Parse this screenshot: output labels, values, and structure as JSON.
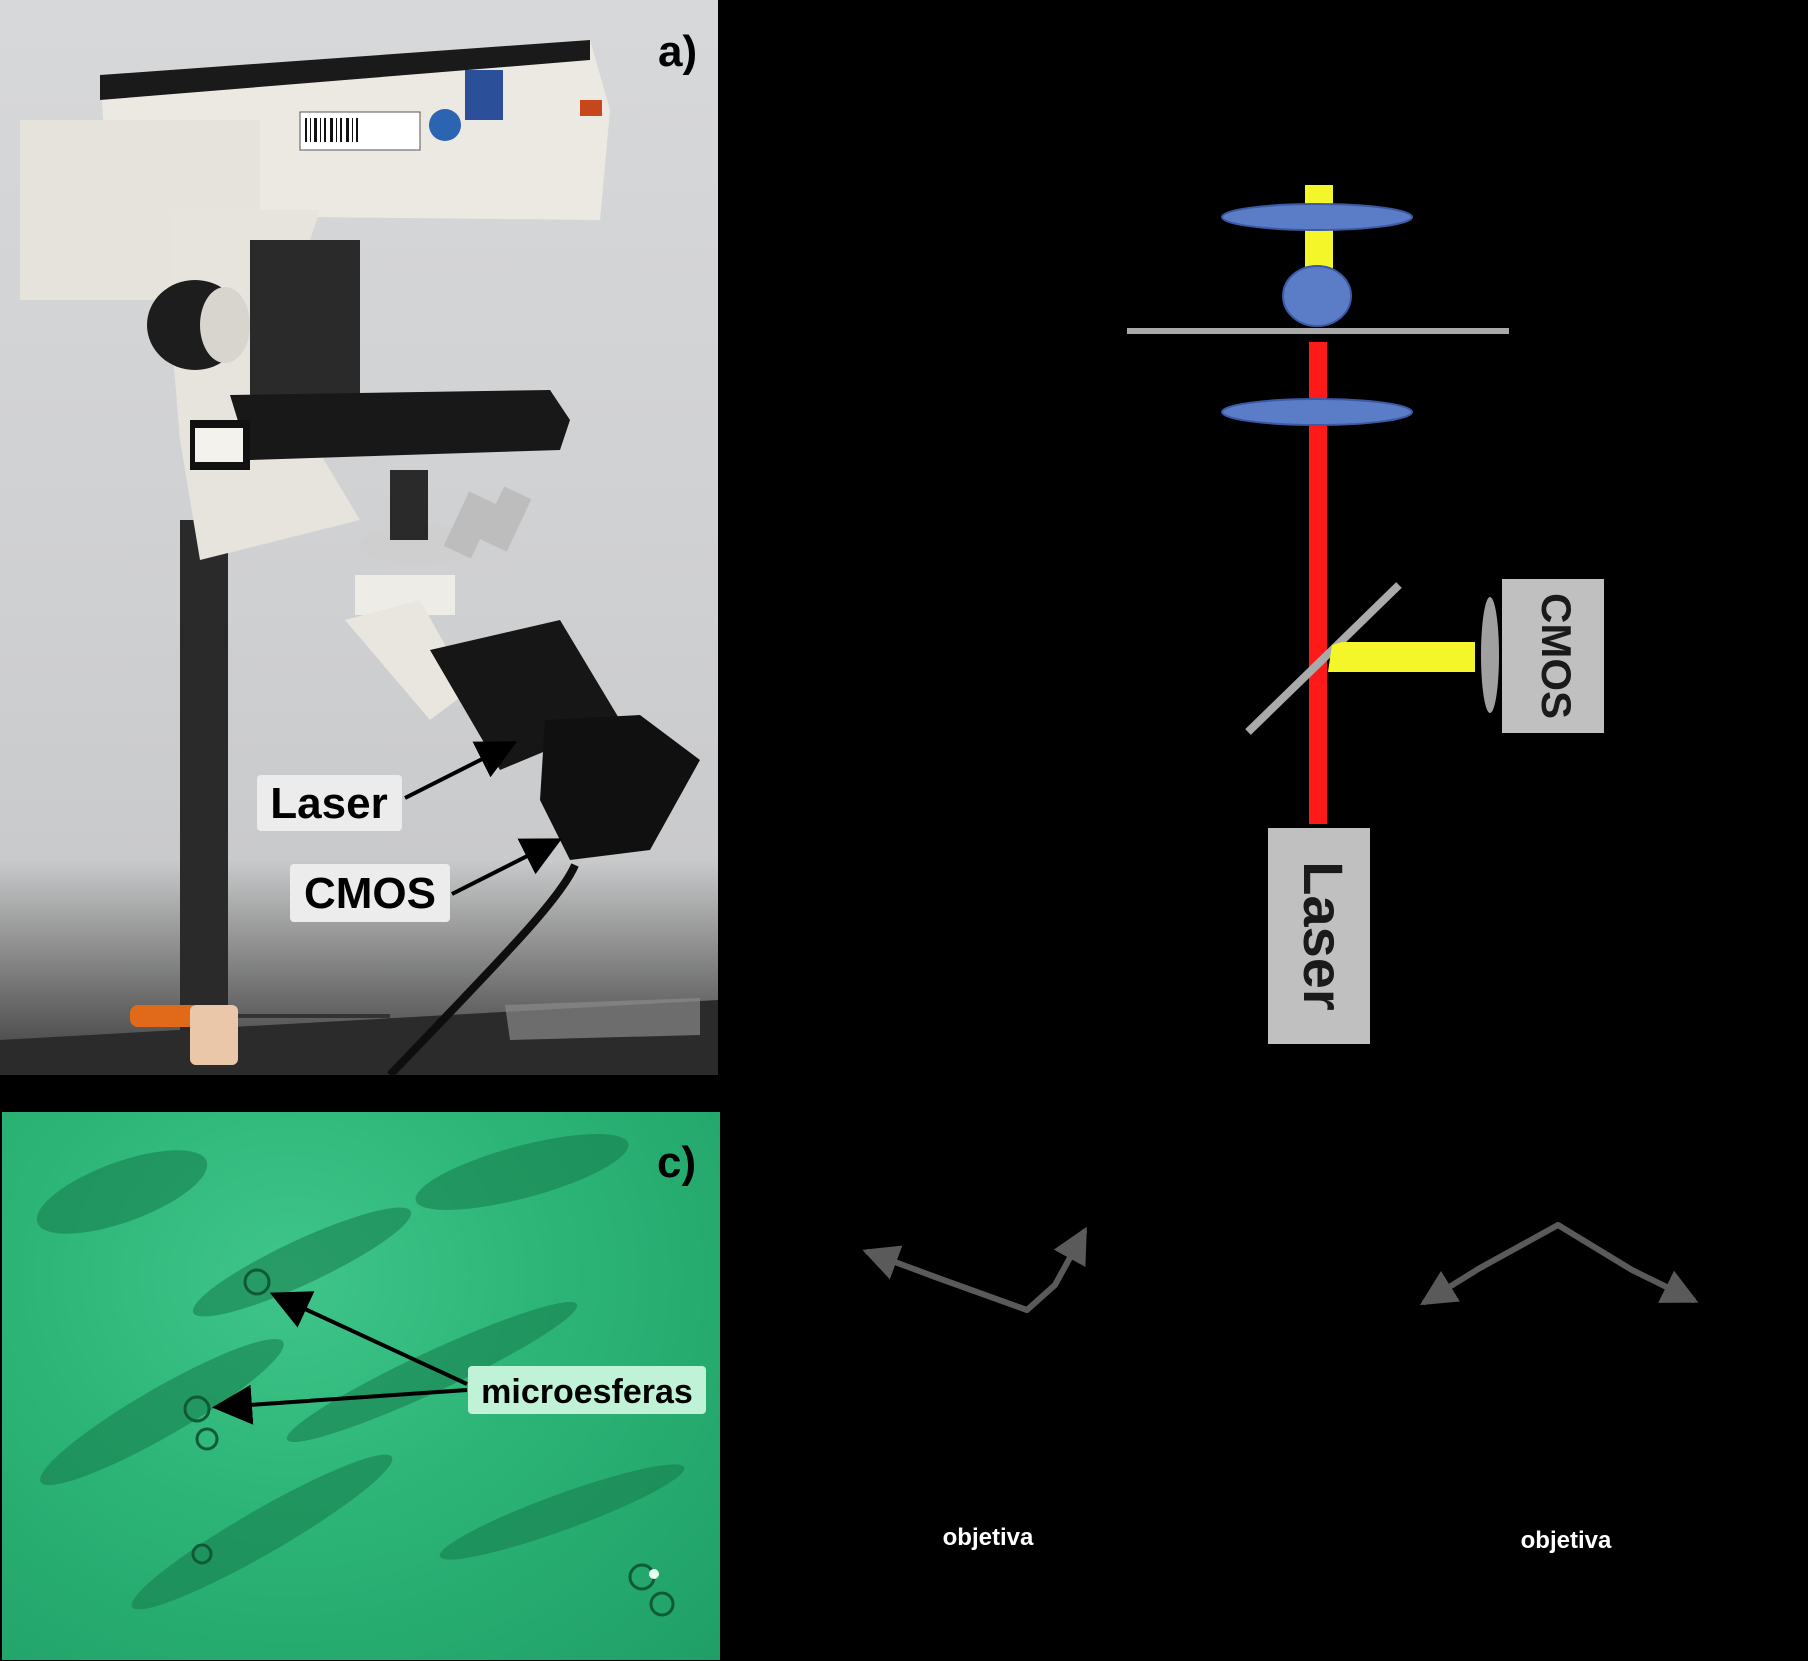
{
  "panels": {
    "a": {
      "letter": "a)",
      "labels": {
        "laser": "Laser",
        "cmos": "CMOS"
      }
    },
    "c": {
      "letter": "c)",
      "labels": {
        "spheres": "microesferas"
      }
    },
    "schematic": {
      "cmos": "CMOS",
      "laser": "Laser",
      "objective_left": "objetiva",
      "objective_right": "objetiva"
    }
  },
  "colors": {
    "laser_beam": "#ff1a1a",
    "imaging_beam": "#f4f62a",
    "lens": "#5b7cc6",
    "box": "#c0c0c0",
    "arrow_gray": "#5a5a5a",
    "sample_green": "#2cb476"
  }
}
